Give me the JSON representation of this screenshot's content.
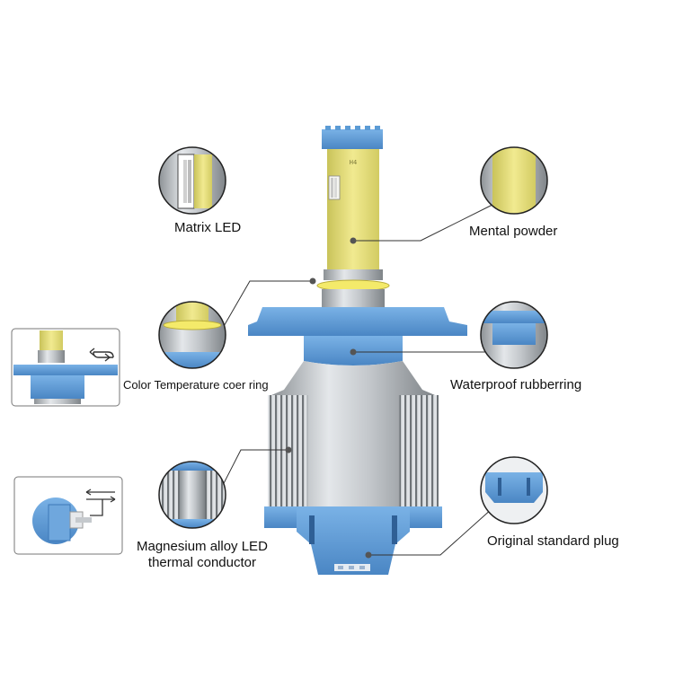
{
  "labels": {
    "matrix_led": "Matrix LED",
    "mental_powder": "Mental powder",
    "color_ring": "Color Temperature coer ring",
    "waterproof_ring": "Waterproof rubberring",
    "magnesium_conductor": "Magnesium alloy LED\nthermal conductor",
    "standard_plug": "Original standard plug"
  },
  "chip_stamp": "H4",
  "colors": {
    "blue": "#5b9bd5",
    "blue_dark": "#3d78b8",
    "yellow": "#e8e07a",
    "silver": "#c8ccd0",
    "line": "#333333"
  },
  "icons": [
    "rotate-arrows-icon",
    "insert-arrows-icon"
  ]
}
